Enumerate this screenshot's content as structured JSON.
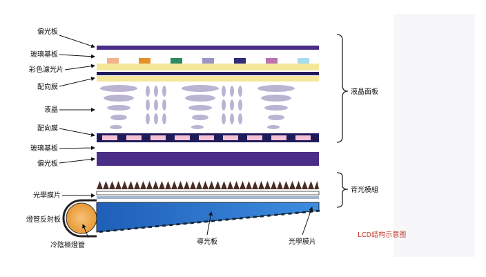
{
  "labels": {
    "polarizer_top": "偏光板",
    "glass_top": "玻璃基板",
    "color_filter": "彩色濾光片",
    "alignment_top": "配向膜",
    "liquid_crystal": "液晶",
    "alignment_bottom": "配向膜",
    "glass_bottom": "玻璃基板",
    "polarizer_bottom": "偏光板",
    "optical_film_left": "光學膜片",
    "lamp_reflector": "燈管反射板",
    "ccfl": "冷陰極燈管",
    "light_guide": "導光板",
    "optical_film_right": "光學膜片",
    "lcd_panel": "液晶面板",
    "backlight_module": "背光模組"
  },
  "caption": "LCD结构示意图",
  "colors": {
    "polarizer": "#4a2d86",
    "navy": "#1f1a5a",
    "filter_yellow": "#f5e79a",
    "filter_pink": "#f3c2d6",
    "lc_ellipse": "#bbb3d2",
    "prism": "#4a2d24",
    "light_guide": "#2f78d0",
    "lamp": "#f0a84a",
    "caption": "#c0392b"
  },
  "color_filter_dots": [
    "#f2b28e",
    "#e5912a",
    "#2d8a63",
    "#9c93c7",
    "#2f2d7c",
    "#b872b0",
    "#a7dcf0"
  ]
}
